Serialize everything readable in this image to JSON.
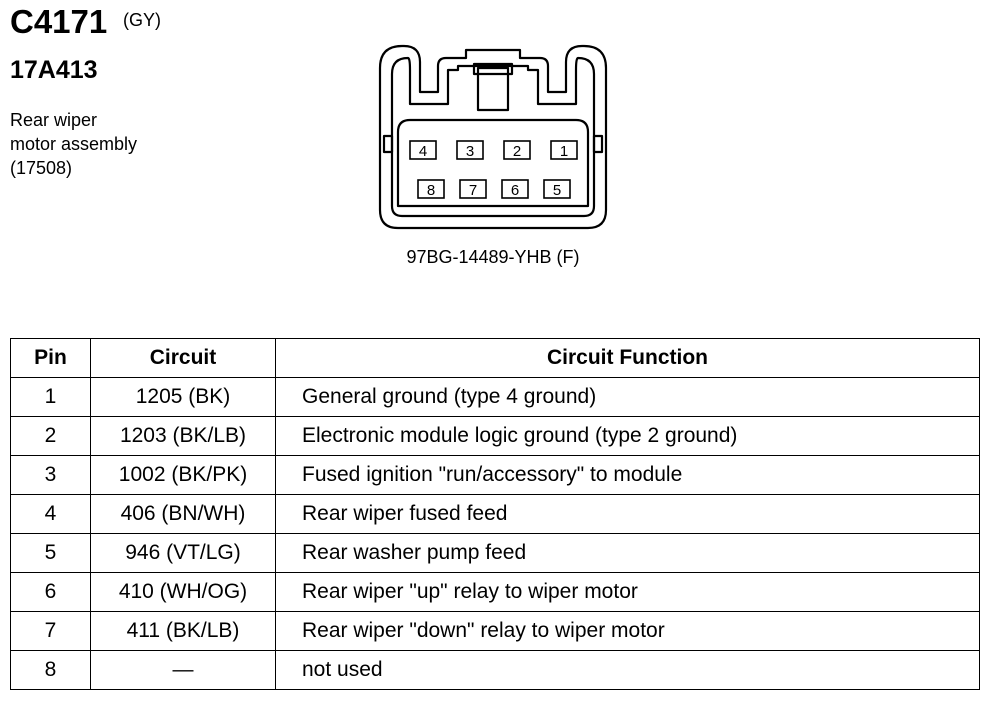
{
  "connector": {
    "id": "C4171",
    "color": "(GY)",
    "part_number": "17A413",
    "description": [
      "Rear wiper",
      "motor assembly",
      "(17508)"
    ],
    "code": "97BG-14489-YHB (F)",
    "pins_top_row": [
      "4",
      "3",
      "2",
      "1"
    ],
    "pins_bottom_row": [
      "8",
      "7",
      "6",
      "5"
    ]
  },
  "table": {
    "headers": [
      "Pin",
      "Circuit",
      "Circuit Function"
    ],
    "rows": [
      {
        "pin": "1",
        "circuit": "1205 (BK)",
        "function": "General ground (type 4 ground)"
      },
      {
        "pin": "2",
        "circuit": "1203 (BK/LB)",
        "function": "Electronic module logic ground (type 2 ground)"
      },
      {
        "pin": "3",
        "circuit": "1002 (BK/PK)",
        "function": "Fused ignition \"run/accessory\" to module"
      },
      {
        "pin": "4",
        "circuit": "406 (BN/WH)",
        "function": "Rear wiper fused feed"
      },
      {
        "pin": "5",
        "circuit": "946 (VT/LG)",
        "function": "Rear washer pump feed"
      },
      {
        "pin": "6",
        "circuit": "410 (WH/OG)",
        "function": "Rear wiper \"up\" relay to wiper motor"
      },
      {
        "pin": "7",
        "circuit": "411 (BK/LB)",
        "function": "Rear wiper \"down\" relay to wiper motor"
      },
      {
        "pin": "8",
        "circuit": "—",
        "function": "not used"
      }
    ]
  }
}
